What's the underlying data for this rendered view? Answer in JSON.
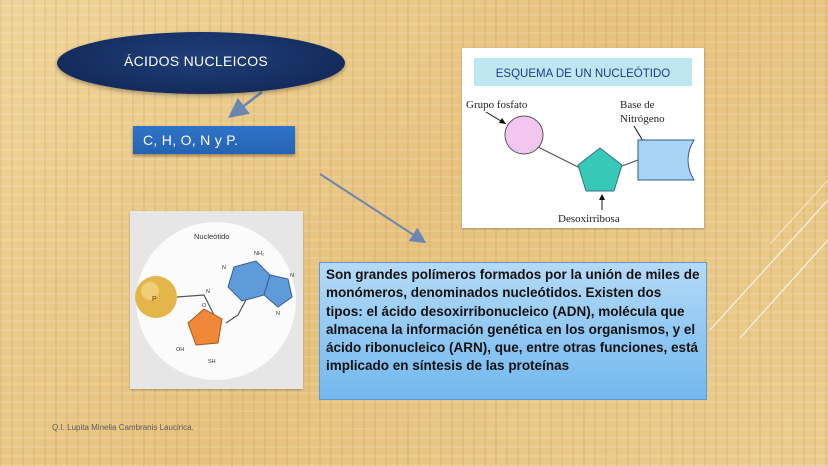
{
  "slide": {
    "title": "ÁCIDOS NUCLEICOS",
    "elements": "C, H, O, N y P.",
    "description": "Son grandes polímeros formados por la unión de miles de monómeros, denominados nucleótidos. Existen dos tipos: el ácido desoxirribonucleico (ADN), molécula que almacena la información genética en  los organismos, y el ácido ribonucleico (ARN), que,  entre otras funciones, está implicado en síntesis de  las proteínas",
    "credit": "Q.I.  Lupita Minelia Cambranis Laucirica."
  },
  "scheme": {
    "title": "ESQUEMA DE UN NUCLEÓTIDO",
    "phosphate_label": "Grupo fosfato",
    "base_label_line1": "Base de",
    "base_label_line2": "Nitrógeno",
    "sugar_label": "Desoxirribosa"
  },
  "nucleotide_image": {
    "label": "Nucleótido",
    "atom_nh2": "NH₂",
    "atom_n1": "N",
    "atom_n2": "N",
    "atom_n3": "N",
    "atom_n4": "N",
    "atom_oh": "OH",
    "atom_sh": "SH",
    "atom_o": "O",
    "atom_p": "P"
  },
  "colors": {
    "title_ellipse": "#142c5c",
    "elements_box": "#2563b4",
    "description_box": "#8ec7f3",
    "phosphate": "#f2c6ee",
    "sugar": "#36c9b7",
    "base": "#a9d3f7",
    "scheme_title_bg": "#bfe7f2",
    "scheme_title_text": "#1a3d8f"
  }
}
